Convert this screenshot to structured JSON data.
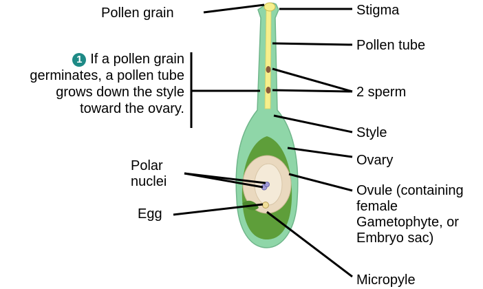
{
  "labels": {
    "pollen_grain": "Pollen grain",
    "stigma": "Stigma",
    "pollen_tube": "Pollen tube",
    "sperm": "2 sperm",
    "style": "Style",
    "ovary": "Ovary",
    "ovule": [
      "Ovule (containing",
      "female",
      "Gametophyte, or",
      "Embryo sac)"
    ],
    "polar_nuclei": [
      "Polar",
      "nuclei"
    ],
    "egg": "Egg",
    "micropyle": "Micropyle"
  },
  "step": {
    "number": "1",
    "lines": [
      "If a pollen grain",
      "germinates, a pollen tube",
      "grows down the style",
      "toward the ovary."
    ]
  },
  "colors": {
    "carpel_fill": "#8fd6a8",
    "carpel_outline": "#6fb58a",
    "pollen_tube": "#f6ef8c",
    "ovule_outer": "#ead9bf",
    "ovule_inner": "#f4ead8",
    "sperm": "#8a5a3c",
    "dark_green": "#3e7a2c",
    "badge": "#1e8a86"
  }
}
